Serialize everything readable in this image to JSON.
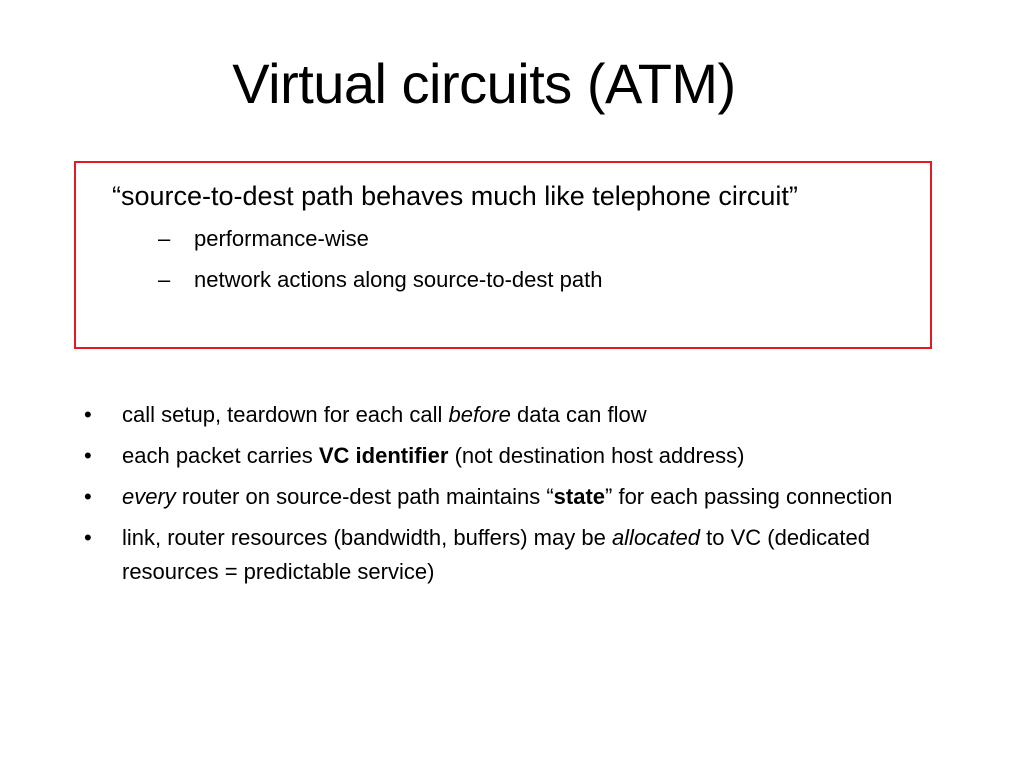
{
  "slide": {
    "title": "Virtual circuits (ATM)",
    "quote_box": {
      "quote": "“source-to-dest path behaves much like telephone circuit”",
      "sub_items": [
        {
          "marker": "–",
          "text": "performance-wise"
        },
        {
          "marker": "–",
          "text": "network actions along source-to-dest path"
        }
      ],
      "border_color": "#e01b24"
    },
    "bullet_marker": "•",
    "bullets": [
      {
        "parts": [
          {
            "text": "call setup, teardown for each call ",
            "style": "normal"
          },
          {
            "text": "before",
            "style": "italic"
          },
          {
            "text": " data can flow",
            "style": "normal"
          }
        ]
      },
      {
        "parts": [
          {
            "text": "each packet carries ",
            "style": "normal"
          },
          {
            "text": "VC identifier",
            "style": "bold"
          },
          {
            "text": " (not destination host address)",
            "style": "normal"
          }
        ]
      },
      {
        "parts": [
          {
            "text": "every",
            "style": "italic"
          },
          {
            "text": " router on source-dest path maintains “",
            "style": "normal"
          },
          {
            "text": "state",
            "style": "bold"
          },
          {
            "text": "” for each passing connection",
            "style": "normal"
          }
        ]
      },
      {
        "parts": [
          {
            "text": "link, router resources (bandwidth, buffers) may be ",
            "style": "normal"
          },
          {
            "text": "allocated",
            "style": "italic"
          },
          {
            "text": " to VC (dedicated resources = predictable service)",
            "style": "normal"
          }
        ]
      }
    ]
  }
}
